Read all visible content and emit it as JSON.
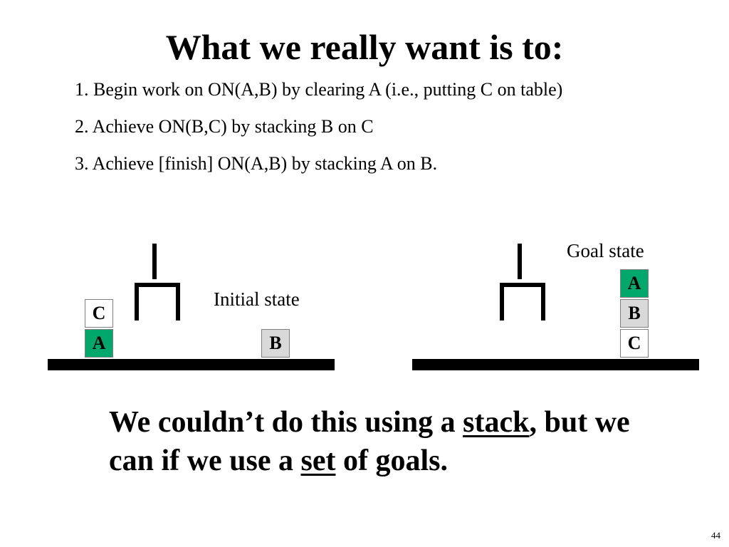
{
  "title": "What we really want is to:",
  "steps": [
    "1. Begin work on ON(A,B) by clearing A (i.e., putting C on table)",
    "2. Achieve ON(B,C) by stacking B on C",
    "3. Achieve [finish] ON(A,B) by stacking A on B."
  ],
  "initial_state": {
    "label": "Initial state",
    "blocks": [
      {
        "name": "C",
        "color": "#ffffff"
      },
      {
        "name": "A",
        "color": "#00a86b"
      },
      {
        "name": "B",
        "color": "#d9d9d9"
      }
    ]
  },
  "goal_state": {
    "label": "Goal state",
    "blocks": [
      {
        "name": "A",
        "color": "#00a86b"
      },
      {
        "name": "B",
        "color": "#d9d9d9"
      },
      {
        "name": "C",
        "color": "#ffffff"
      }
    ]
  },
  "conclusion": {
    "part1": "We couldn’t do this using a ",
    "stack_word": "stack",
    "part2": ", but we can if we use a ",
    "set_word": "set",
    "part3": " of goals."
  },
  "page_number": "44",
  "colors": {
    "table": "#000000",
    "block_border": "#7f7f7f"
  }
}
